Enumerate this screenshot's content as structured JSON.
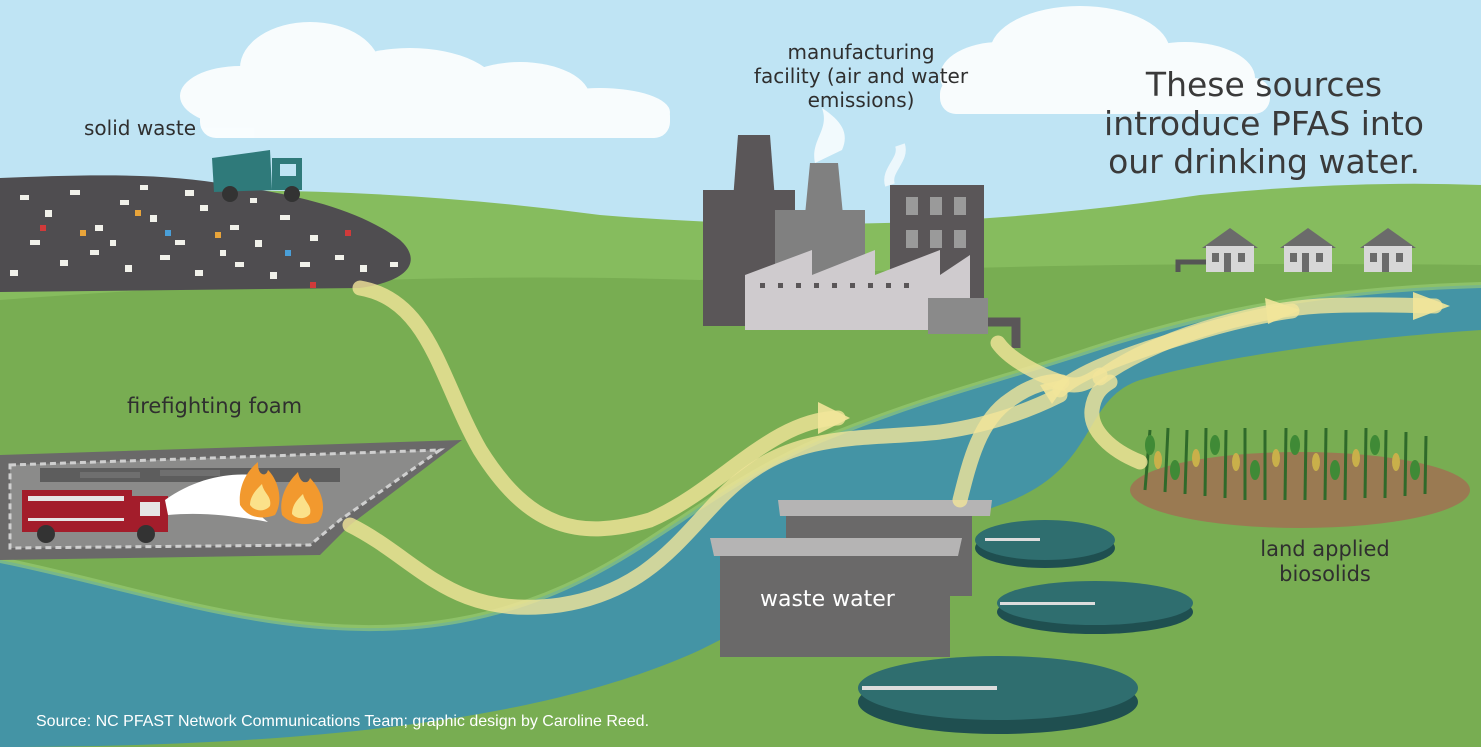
{
  "labels": {
    "solid_waste": "solid waste",
    "manufacturing": [
      "manufacturing",
      "facility (air and water",
      "emissions)"
    ],
    "firefighting_foam": "firefighting foam",
    "waste_water": "waste water",
    "biosolids": [
      "land applied",
      "biosolids"
    ]
  },
  "headline": [
    "These sources",
    "introduce PFAS into",
    "our drinking water."
  ],
  "source": "Source: NC PFAST Network Communications Team; graphic design by Caroline Reed.",
  "colors": {
    "sky": "#bfe4f4",
    "grass": "#7ab054",
    "river": "#4494a5",
    "flow_arrow": "#f2e59a",
    "building_dark": "#5a5658",
    "building_mid": "#808080",
    "fire_truck": "#a31d2b",
    "tank": "#2f6e6f"
  }
}
